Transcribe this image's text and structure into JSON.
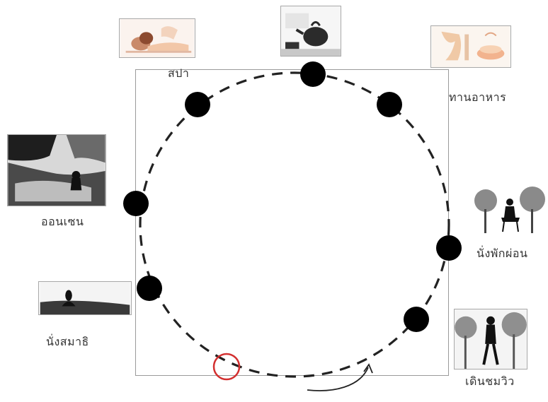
{
  "labels": {
    "spa": "สปา",
    "eat": "ทานอาหาร",
    "onsen": "ออนเซน",
    "sit_rest": "นั่งพักผ่อน",
    "meditate": "นั่งสมาธิ",
    "walk": "เดินชมวิว"
  },
  "colors": {
    "node": "#000000",
    "path": "#222222",
    "highlight": "#d32f2f",
    "frame": "#9a9a9a"
  },
  "icons": {
    "spa": "spa-massage-icon",
    "tea": "teapot-icon",
    "eat": "food-icon",
    "onsen": "onsen-icon",
    "sit_rest": "sit-rest-icon",
    "meditate": "meditate-icon",
    "walk": "walk-icon"
  }
}
